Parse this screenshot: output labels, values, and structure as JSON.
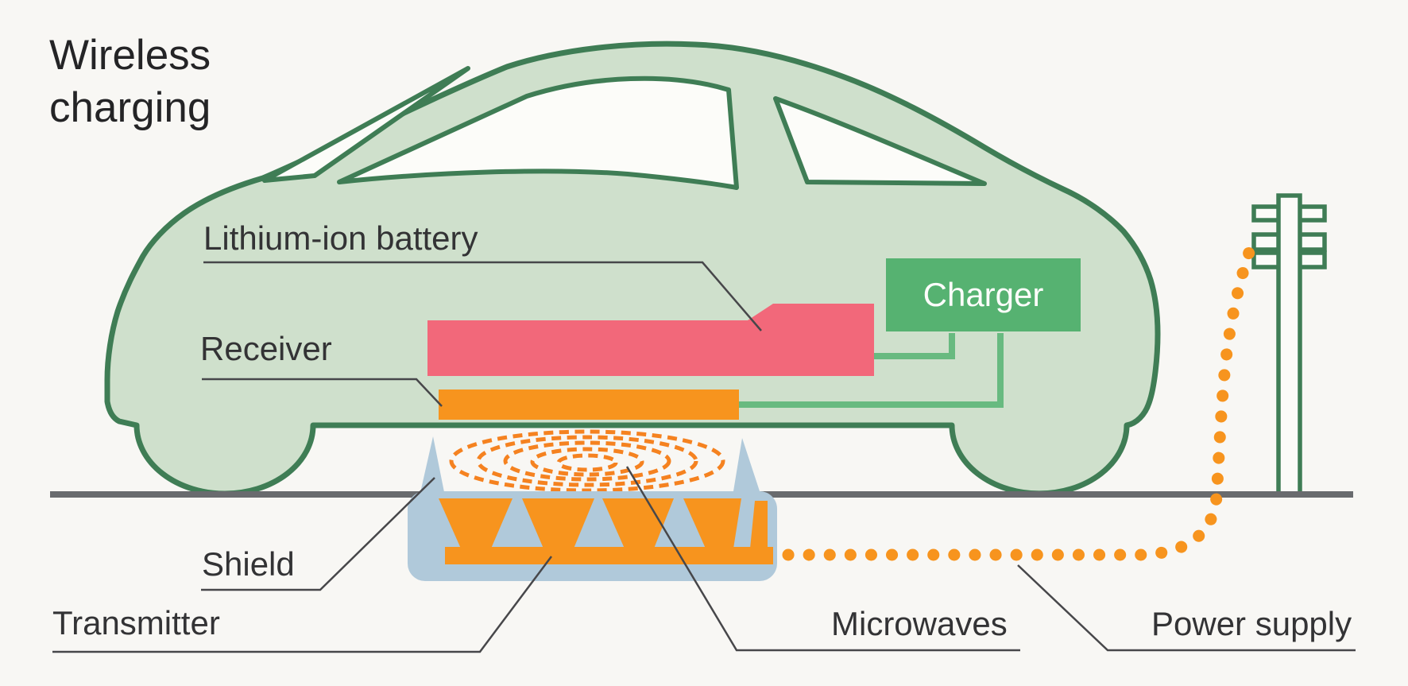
{
  "title": {
    "line1": "Wireless",
    "line2": "charging"
  },
  "labels": {
    "battery": "Lithium-ion battery",
    "receiver": "Receiver",
    "charger": "Charger",
    "shield": "Shield",
    "transmitter": "Transmitter",
    "microwaves": "Microwaves",
    "power_supply": "Power supply"
  },
  "colors": {
    "background": "#f8f7f4",
    "car_fill": "#cfe0cc",
    "car_outline": "#3f7d55",
    "battery_pink": "#f2687a",
    "orange": "#f7941e",
    "microwave_orange": "#f58220",
    "shield_blue": "#b0c9da",
    "charger_green": "#56b271",
    "wire_green": "#68ba80",
    "ground_gray": "#696b6e",
    "leader_line": "#47474a",
    "text_dark": "#333335",
    "charger_text": "#fdfdfb"
  }
}
